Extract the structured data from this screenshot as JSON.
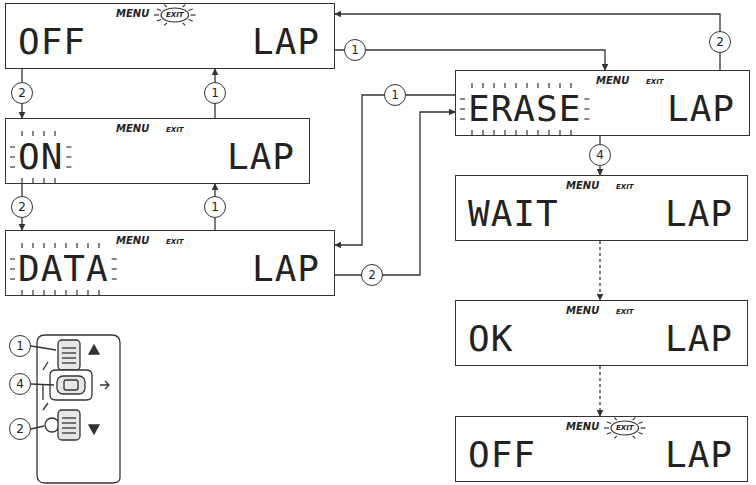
{
  "diagram": {
    "nodes": [
      {
        "text": [
          "MENU",
          "EXIT",
          "OFF",
          "LAP"
        ]
      },
      {
        "text": [
          "MENU",
          "EXIT",
          "ON",
          "LAP"
        ]
      },
      {
        "text": [
          "MENU",
          "EXIT",
          "DATA",
          "LAP"
        ]
      },
      {
        "text": [
          "MENU",
          "EXIT",
          "ERASE",
          "LAP"
        ]
      },
      {
        "text": [
          "MENU",
          "EXIT",
          "WAIT",
          "LAP"
        ]
      },
      {
        "text": [
          "MENU",
          "EXIT",
          "OK",
          "LAP"
        ]
      },
      {
        "text": [
          "MENU",
          "EXIT",
          "OFF",
          "LAP"
        ]
      }
    ],
    "edges": [
      {
        "from": 0,
        "to": 1,
        "arrow": "to",
        "label": "2"
      },
      {
        "from": 1,
        "to": 0,
        "arrow": "to",
        "label": "1"
      },
      {
        "from": 1,
        "to": 2,
        "arrow": "to",
        "label": "2"
      },
      {
        "from": 2,
        "to": 1,
        "arrow": "to",
        "label": "1"
      },
      {
        "from": 0,
        "to": 3,
        "arrow": "to",
        "label": "1"
      },
      {
        "from": 3,
        "to": 0,
        "arrow": "to",
        "label": "2"
      },
      {
        "from": 3,
        "to": 2,
        "arrow": "to",
        "label": "1"
      },
      {
        "from": 2,
        "to": 3,
        "arrow": "to",
        "label": "2"
      },
      {
        "from": 3,
        "to": 4,
        "arrow": "to",
        "label": "4"
      },
      {
        "from": 4,
        "to": 5,
        "arrow": "to"
      },
      {
        "from": 5,
        "to": 6,
        "arrow": "to"
      }
    ],
    "labels": [
      "1",
      "4",
      "2"
    ]
  }
}
